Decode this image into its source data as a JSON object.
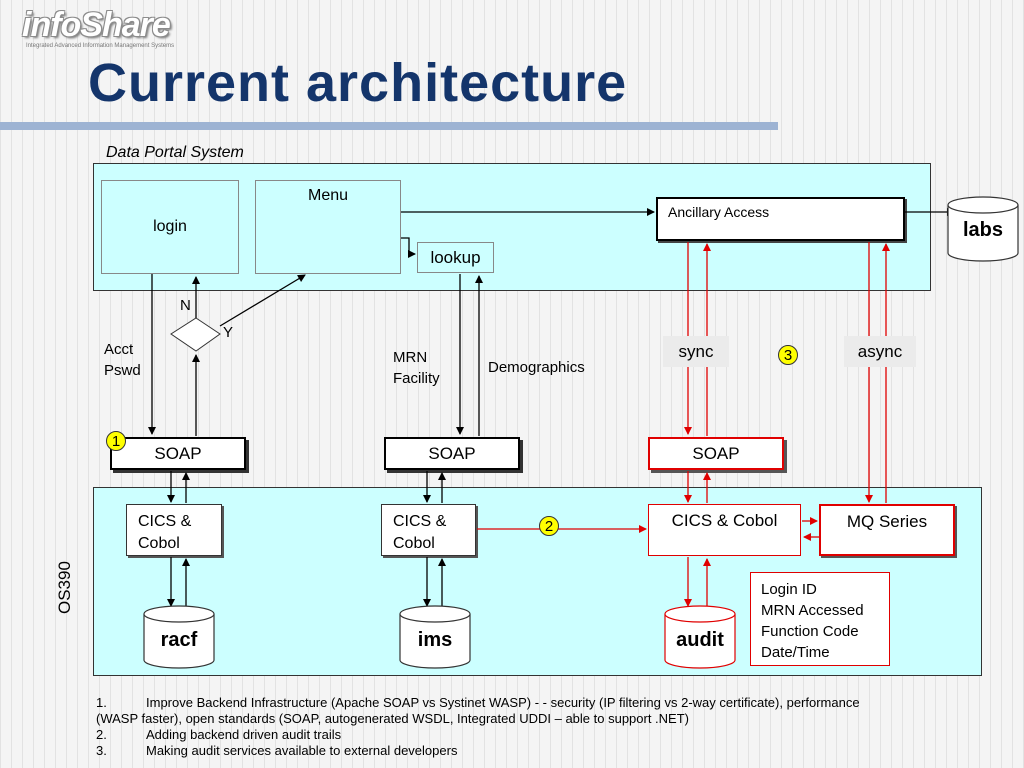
{
  "logo": {
    "brand": "infoShare",
    "tagline": "Integrated Advanced Information Management Systems"
  },
  "title": "Current architecture",
  "portal": {
    "caption": "Data Portal System"
  },
  "boxes": {
    "login": "login",
    "menu": "Menu",
    "lookup": "lookup",
    "ancillary": "Ancillary Access",
    "labs": "labs"
  },
  "decision": {
    "no": "N",
    "yes": "Y"
  },
  "labels": {
    "acct": "Acct",
    "pswd": "Pswd",
    "mrn": "MRN",
    "facility": "Facility",
    "demographics": "Demographics",
    "sync": "sync",
    "async": "async",
    "os390": "OS390"
  },
  "badges": {
    "one": "1",
    "two": "2",
    "three": "3"
  },
  "soap": {
    "label": "SOAP"
  },
  "mainframe": {
    "cics1_line1": "CICS &",
    "cics1_line2": "Cobol",
    "cics2_line1": "CICS &",
    "cics2_line2": "Cobol",
    "cics3": "CICS & Cobol",
    "mq": "MQ Series"
  },
  "stores": {
    "racf": "racf",
    "ims": "ims",
    "audit": "audit"
  },
  "audit_fields": [
    "Login ID",
    "MRN Accessed",
    "Function Code",
    "Date/Time"
  ],
  "notes": [
    {
      "num": "1.",
      "text": "Improve Backend Infrastructure (Apache SOAP vs Systinet WASP) - - security (IP filtering vs 2-way certificate), performance",
      "cont": "(WASP faster), open standards (SOAP, autogenerated WSDL, Integrated UDDI – able to support .NET)"
    },
    {
      "num": "2.",
      "text": "Adding backend driven audit trails"
    },
    {
      "num": "3.",
      "text": "Making audit services available to external developers"
    }
  ],
  "colors": {
    "panel": "#ccffff",
    "title": "#14356b",
    "rule": "#9db3d3",
    "highlight": "#e00000",
    "badge": "#ffff00"
  }
}
